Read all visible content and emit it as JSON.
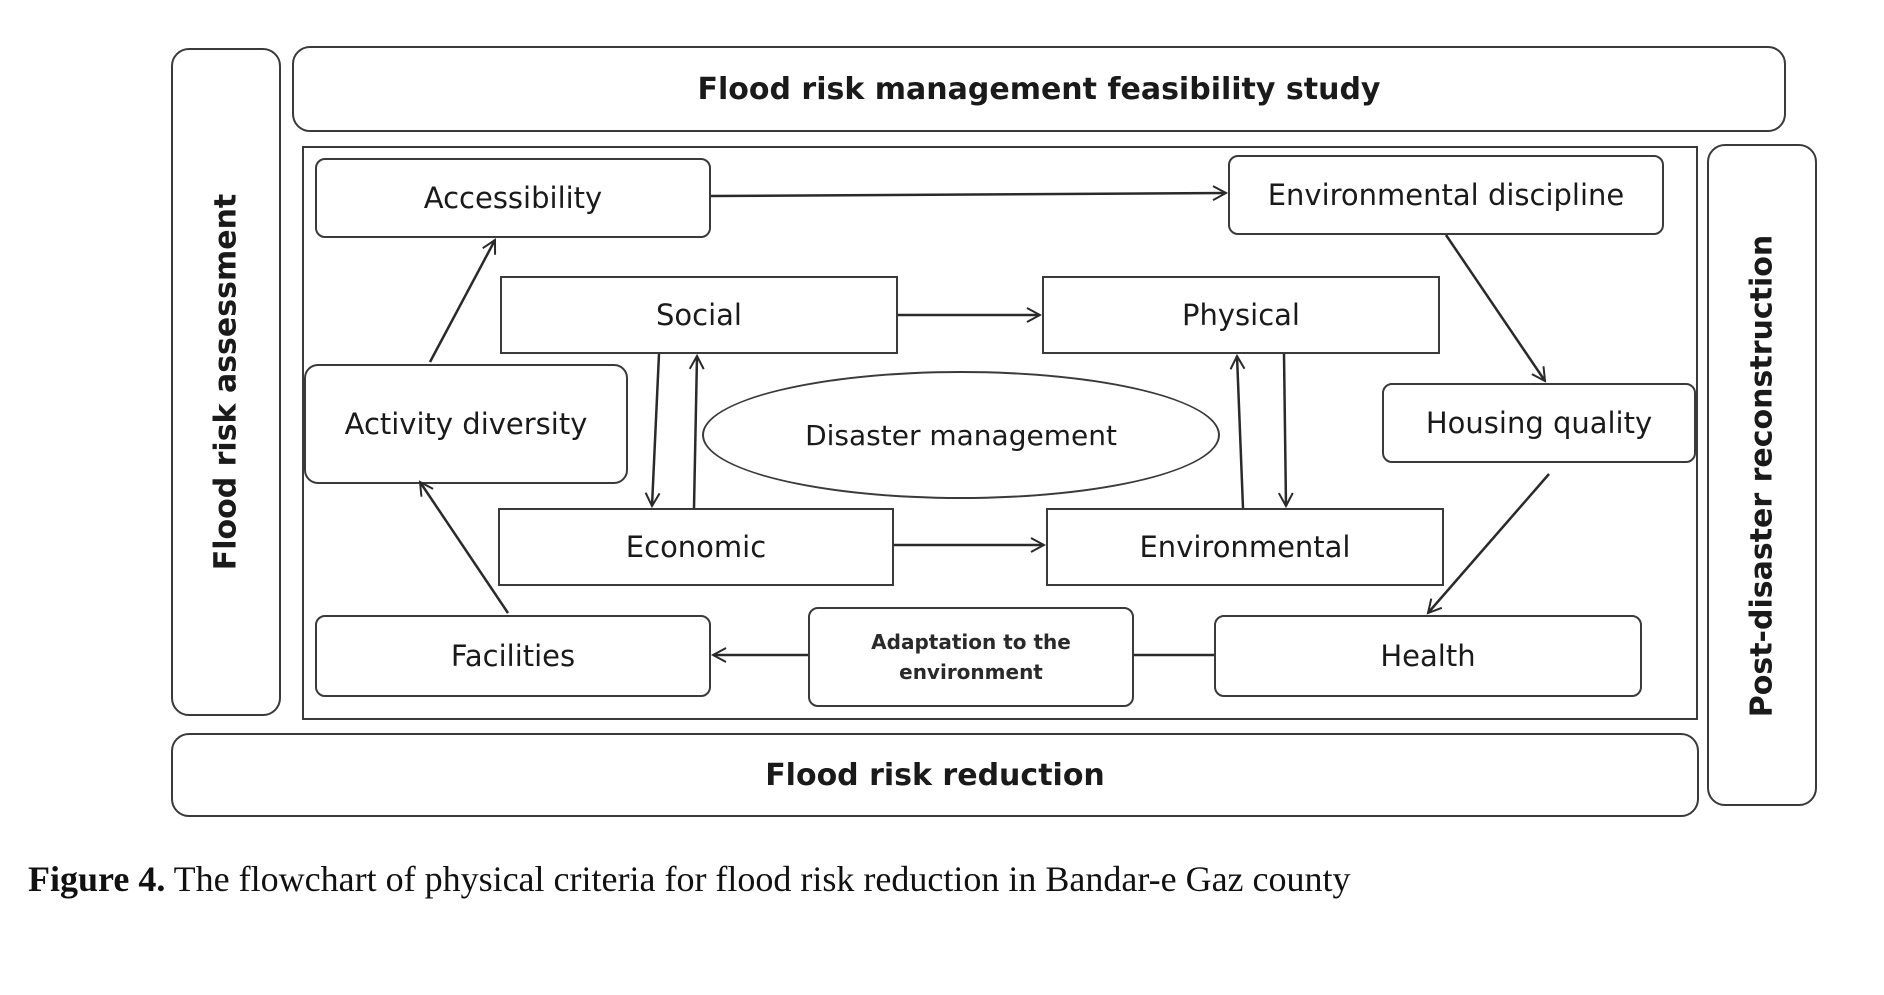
{
  "bands": {
    "top": "Flood risk management feasibility study",
    "bottom": "Flood risk reduction",
    "left": "Flood risk assessment",
    "right": "Post-disaster reconstruction"
  },
  "nodes": {
    "accessibility": "Accessibility",
    "environmental_discipline": "Environmental discipline",
    "social": "Social",
    "physical": "Physical",
    "activity_diversity": "Activity diversity",
    "disaster_management": "Disaster management",
    "housing_quality": "Housing quality",
    "economic": "Economic",
    "environmental": "Environmental",
    "facilities": "Facilities",
    "adaptation_line1": "Adaptation to the",
    "adaptation_line2": "environment",
    "health": "Health"
  },
  "caption": {
    "label": "Figure 4.",
    "text": " The flowchart of physical criteria for flood risk reduction in Bandar-e Gaz county"
  }
}
